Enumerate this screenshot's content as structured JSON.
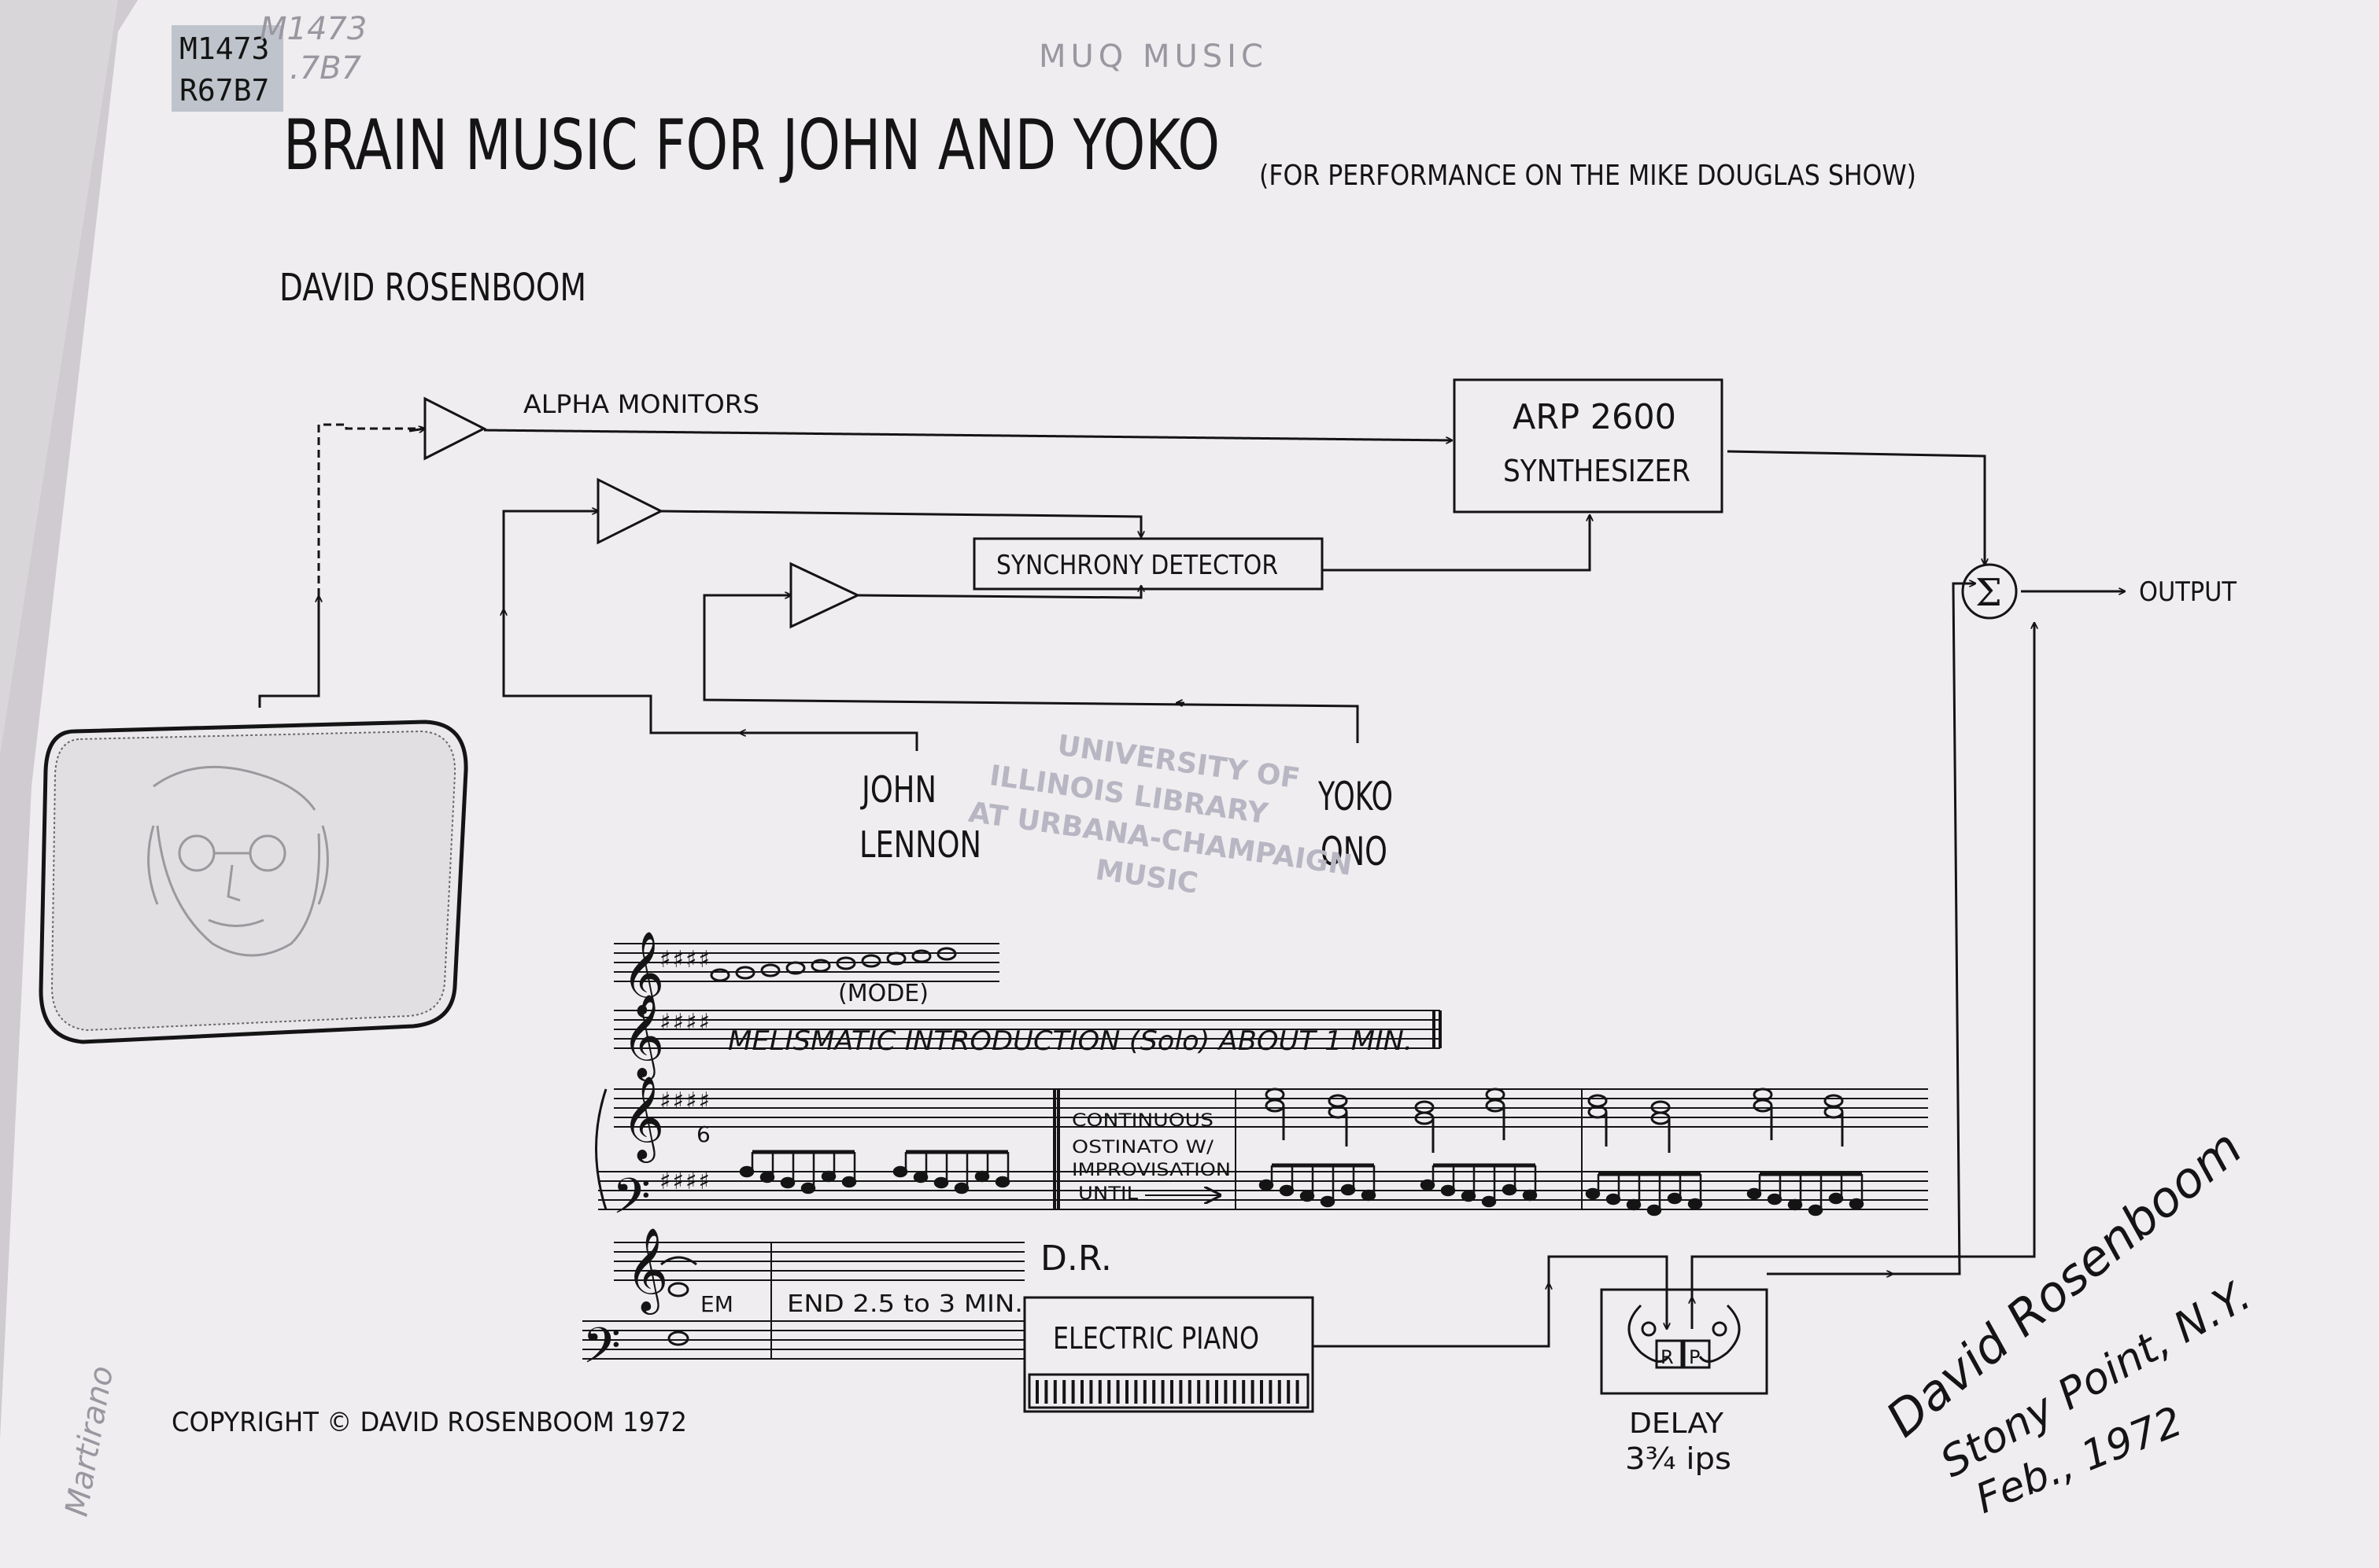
{
  "catalog_label": {
    "line1": "M1473",
    "line2": "R67B7",
    "pencil1": "M1473",
    "pencil2": ".7B7"
  },
  "stamp_top": "MUQ MUSIC",
  "title": "BRAIN MUSIC FOR JOHN AND YOKO",
  "subtitle": "(FOR PERFORMANCE ON THE MIKE DOUGLAS SHOW)",
  "composer": "DAVID ROSENBOOM",
  "diagram": {
    "alpha_monitors": "ALPHA MONITORS",
    "synth_line1": "ARP 2600",
    "synth_line2": "SYNTHESIZER",
    "sync_detector": "SYNCHRONY DETECTOR",
    "sum_symbol": "Σ",
    "output": "OUTPUT",
    "john_line1": "JOHN",
    "john_line2": "LENNON",
    "yoko_line1": "YOKO",
    "yoko_line2": "ONO",
    "electric_piano": "ELECTRIC PIANO",
    "delay_label": "DELAY",
    "delay_speed": "3¾ ips",
    "rp_r": "R",
    "rp_p": "P"
  },
  "score": {
    "mode_label": "(MODE)",
    "melismatic": "MELISMATIC INTRODUCTION (Solo) ABOUT 1 MIN.",
    "tuplet": "6",
    "ostinato": [
      "CONTINUOUS",
      "OSTINATO W/",
      "IMPROVISATION",
      "UNTIL"
    ],
    "initials": "D.R.",
    "em_label": "EM",
    "end_text": "END 2.5 to 3 MIN."
  },
  "watermark_stamp": [
    "UNIVERSITY OF",
    "ILLINOIS LIBRARY",
    "AT URBANA-CHAMPAIGN",
    "MUSIC"
  ],
  "copyright": "COPYRIGHT © DAVID ROSENBOOM 1972",
  "signature": {
    "name": "David Rosenboom",
    "place": "Stony Point, N.Y.",
    "date": "Feb., 1972"
  },
  "margin_note": "Martirano",
  "colors": {
    "paper": "#efedf0",
    "ink": "#141414",
    "label_bg": "#bfc4cc",
    "pencil": "#9a97a0",
    "stamp": "#b7b6c2"
  }
}
